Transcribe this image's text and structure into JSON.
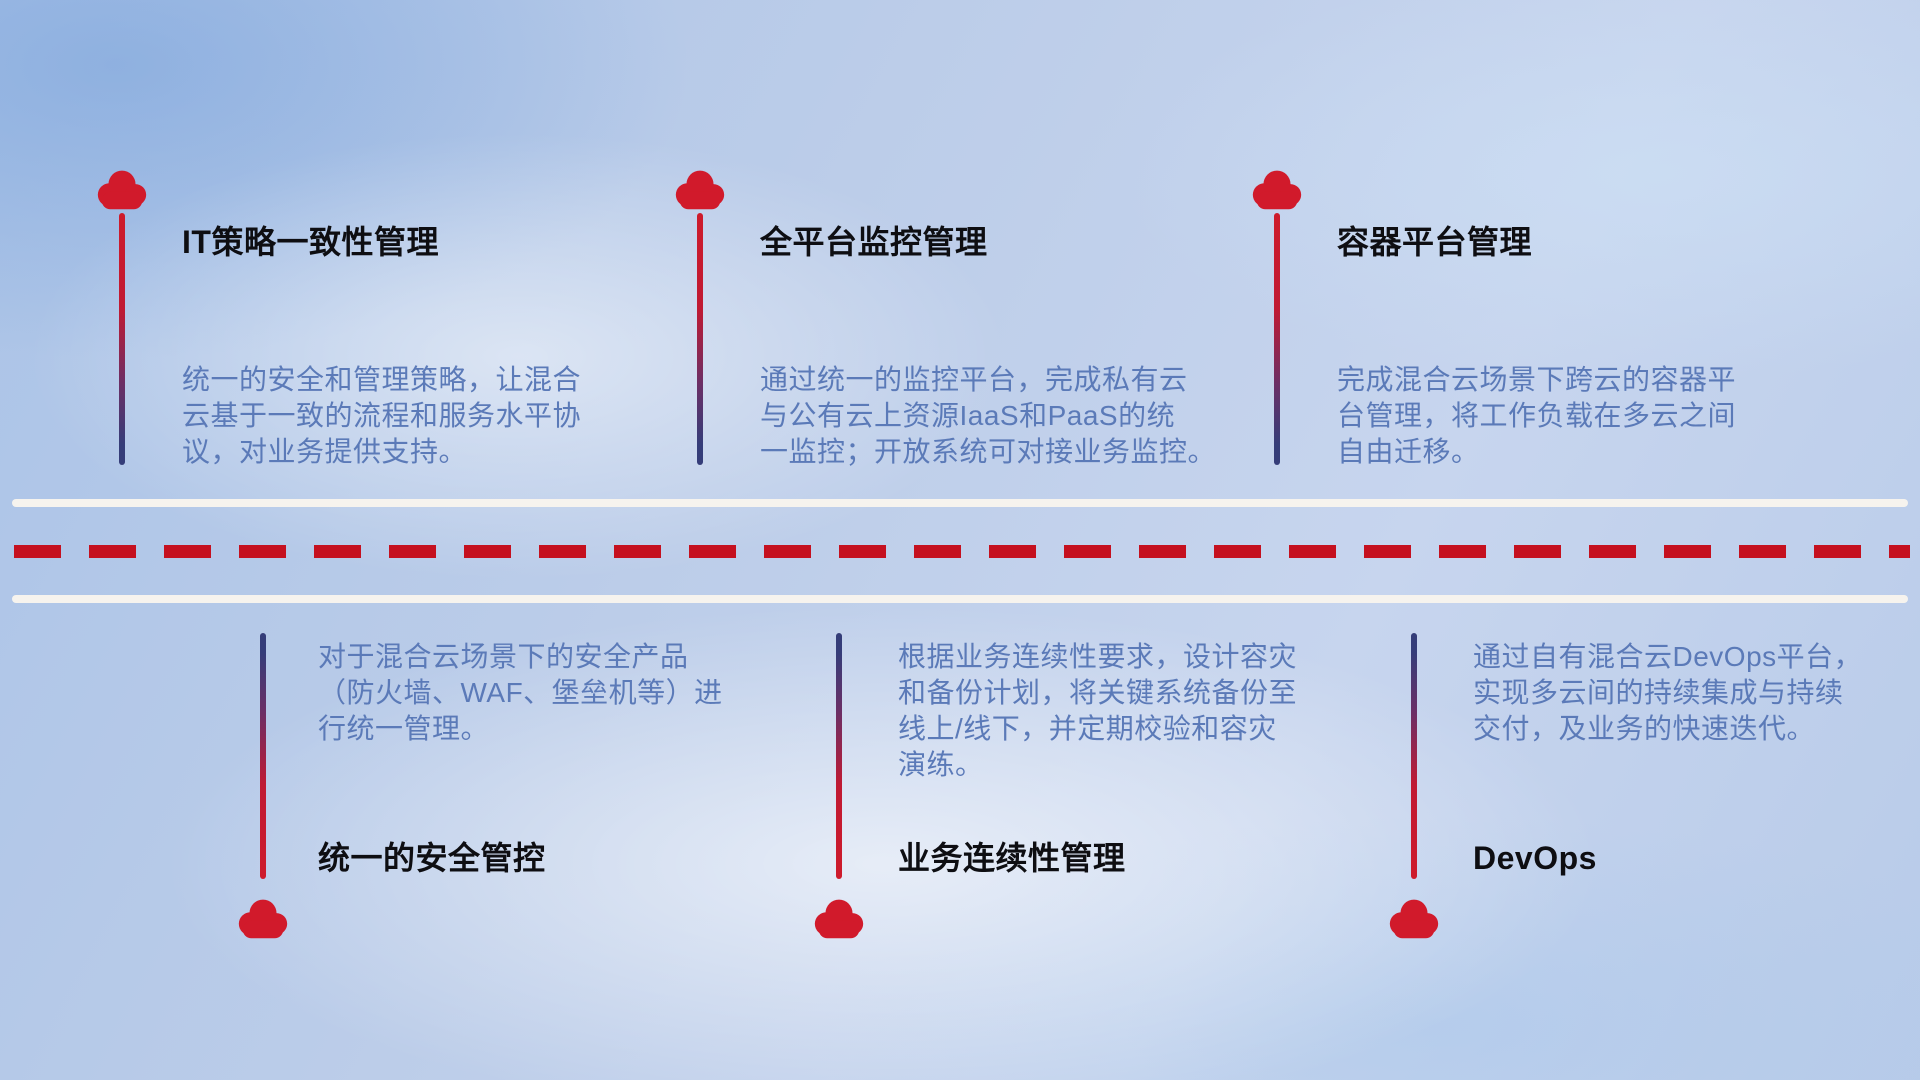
{
  "colors": {
    "cloud_red": "#d11a2b",
    "dash_red": "#c5101f",
    "line_navy": "#353d79",
    "title_color": "#0e0e12",
    "desc_color": "#5b7ab8",
    "road_white": "#f6f3ee"
  },
  "top_items": [
    {
      "title": "IT策略一致性管理",
      "desc": "统一的安全和管理策略，让混合\n云基于一致的流程和服务水平协\n议，对业务提供支持。"
    },
    {
      "title": "全平台监控管理",
      "desc": "通过统一的监控平台，完成私有云\n与公有云上资源IaaS和PaaS的统\n一监控；开放系统可对接业务监控。"
    },
    {
      "title": "容器平台管理",
      "desc": "完成混合云场景下跨云的容器平\n台管理，将工作负载在多云之间\n自由迁移。"
    }
  ],
  "bottom_items": [
    {
      "title": "统一的安全管控",
      "desc": "对于混合云场景下的安全产品\n（防火墙、WAF、堡垒机等）进\n行统一管理。"
    },
    {
      "title": "业务连续性管理",
      "desc": "根据业务连续性要求，设计容灾\n和备份计划，将关键系统备份至\n线上/线下，并定期校验和容灾\n演练。"
    },
    {
      "title": "DevOps",
      "desc": "通过自有混合云DevOps平台，\n实现多云间的持续集成与持续\n交付，及业务的快速迭代。"
    }
  ]
}
